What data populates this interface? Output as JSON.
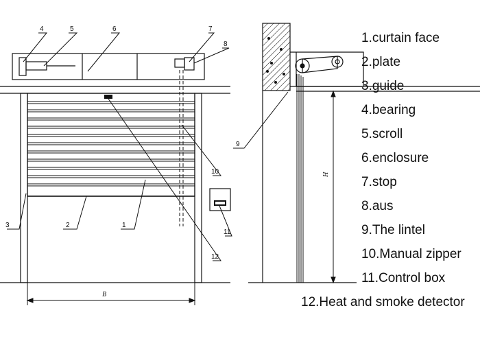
{
  "diagram": {
    "callouts": [
      "1",
      "2",
      "3",
      "4",
      "5",
      "6",
      "7",
      "8",
      "9",
      "10",
      "11",
      "12"
    ],
    "dimensions": {
      "width": "B",
      "height": "H"
    },
    "colors": {
      "line": "#111111",
      "background": "#ffffff"
    }
  },
  "legend": {
    "items": [
      "1.curtain face",
      "2.plate",
      "3.guide",
      "4.bearing",
      "5.scroll",
      "6.enclosure",
      "7.stop",
      "8.aus",
      "9.The lintel",
      "10.Manual zipper",
      "11.Control box",
      "12.Heat and smoke detector"
    ]
  }
}
